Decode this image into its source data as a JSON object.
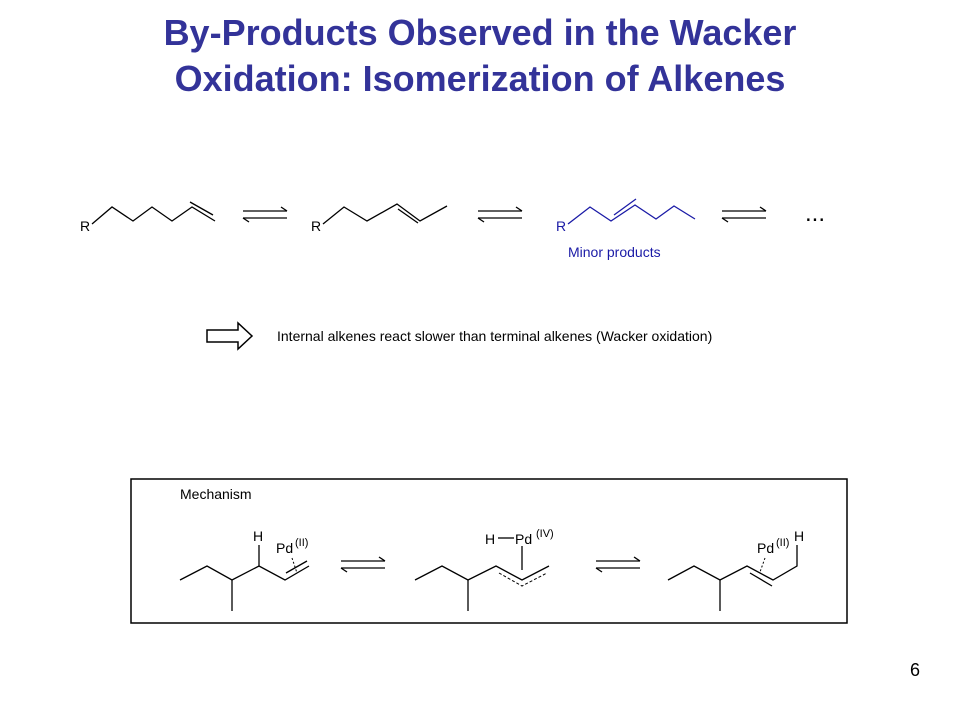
{
  "slide": {
    "title_line1": "By-Products Observed in the Wacker",
    "title_line2": "Oxidation: Isomerization of Alkenes",
    "page_number": "6"
  },
  "scheme": {
    "r_label": "R",
    "ellipsis": "...",
    "minor_products_label": "Minor products",
    "conclusion": "Internal alkenes react slower than terminal alkenes (Wacker oxidation)",
    "highlight_color": "#1a1aa6"
  },
  "mechanism": {
    "label": "Mechanism",
    "h_label": "H",
    "pd": "Pd",
    "pd_ii": "(II)",
    "pd_iv": "(IV)"
  }
}
